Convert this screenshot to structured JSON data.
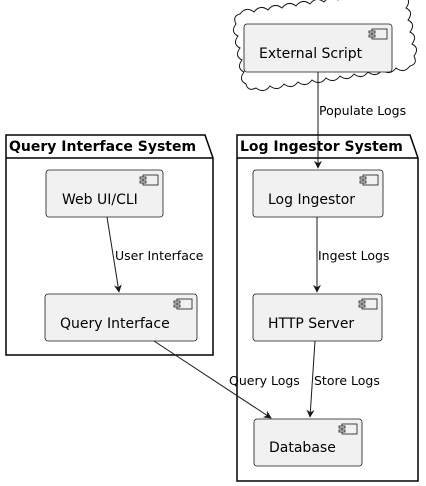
{
  "diagram": {
    "cloud": {
      "components": [
        {
          "id": "external-script",
          "label": "External Script"
        }
      ]
    },
    "packages": [
      {
        "id": "query-interface-system",
        "title": "Query Interface System",
        "components": [
          {
            "id": "web-ui-cli",
            "label": "Web UI/CLI"
          },
          {
            "id": "query-interface",
            "label": "Query Interface"
          }
        ]
      },
      {
        "id": "log-ingestor-system",
        "title": "Log Ingestor System",
        "components": [
          {
            "id": "log-ingestor",
            "label": "Log Ingestor"
          },
          {
            "id": "http-server",
            "label": "HTTP Server"
          },
          {
            "id": "database",
            "label": "Database"
          }
        ]
      }
    ],
    "edges": [
      {
        "from": "external-script",
        "to": "log-ingestor",
        "label": "Populate Logs"
      },
      {
        "from": "web-ui-cli",
        "to": "query-interface",
        "label": "User Interface"
      },
      {
        "from": "log-ingestor",
        "to": "http-server",
        "label": "Ingest Logs"
      },
      {
        "from": "query-interface",
        "to": "database",
        "label": "Query Logs"
      },
      {
        "from": "http-server",
        "to": "database",
        "label": "Store Logs"
      }
    ],
    "colors": {
      "component_fill": "#f1f1f1",
      "component_stroke": "#181818",
      "package_fill": "#ffffff",
      "line": "#181818"
    }
  }
}
